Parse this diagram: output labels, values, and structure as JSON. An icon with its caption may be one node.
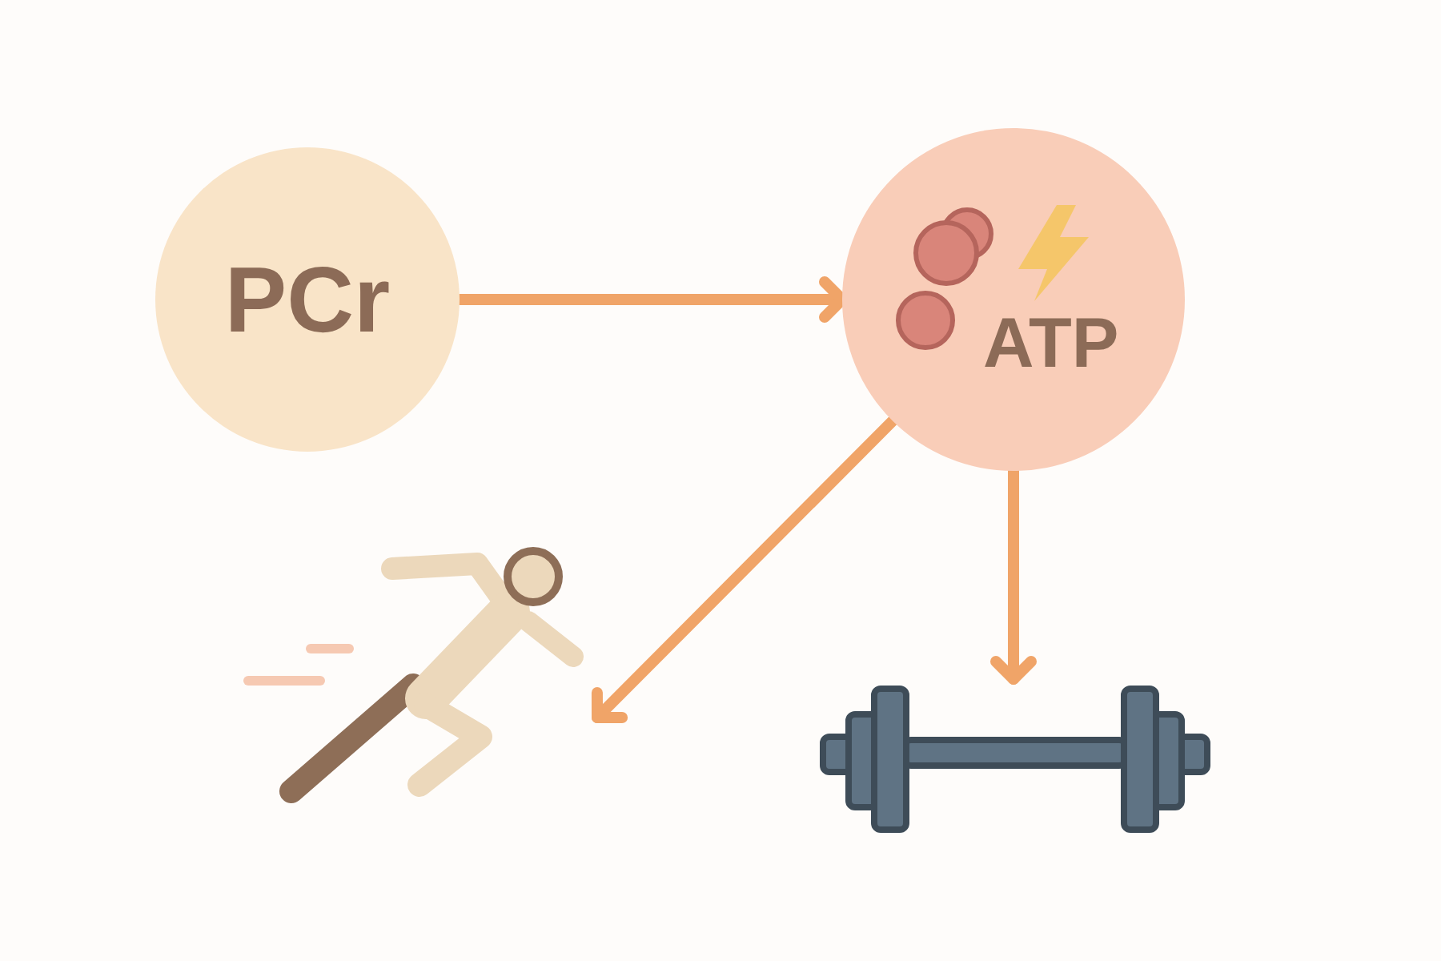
{
  "diagram": {
    "nodes": [
      {
        "text": [
          "PCr"
        ]
      },
      {
        "text": [
          "ATP"
        ]
      },
      {
        "text": [],
        "shape": "person"
      },
      {
        "text": [],
        "shape": "picture"
      }
    ],
    "edges": [
      {
        "from": 0,
        "to": 1,
        "arrow": "to"
      },
      {
        "from": 1,
        "to": 2,
        "arrow": "to"
      },
      {
        "from": 1,
        "to": 3,
        "arrow": "to"
      }
    ]
  }
}
